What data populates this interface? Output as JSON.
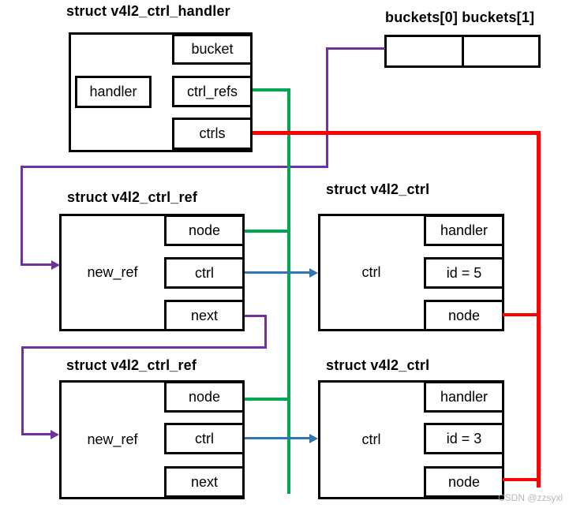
{
  "colors": {
    "purple": "#7030A0",
    "green": "#00A651",
    "red": "#FF0000",
    "blue": "#2E75B6",
    "black": "#000000"
  },
  "handler_struct": {
    "title": "struct v4l2_ctrl_handler",
    "handler_label": "handler",
    "bucket_label": "bucket",
    "ctrl_refs_label": "ctrl_refs",
    "ctrls_label": "ctrls"
  },
  "buckets_array": {
    "title": "buckets[0] buckets[1]"
  },
  "ref_structs": [
    {
      "title": "struct v4l2_ctrl_ref",
      "name": "new_ref",
      "node_label": "node",
      "ctrl_label": "ctrl",
      "next_label": "next"
    },
    {
      "title": "struct v4l2_ctrl_ref",
      "name": "new_ref",
      "node_label": "node",
      "ctrl_label": "ctrl",
      "next_label": "next"
    }
  ],
  "ctrl_structs": [
    {
      "title": "struct v4l2_ctrl",
      "name": "ctrl",
      "handler_label": "handler",
      "id_label": "id = 5",
      "node_label": "node"
    },
    {
      "title": "struct v4l2_ctrl",
      "name": "ctrl",
      "handler_label": "handler",
      "id_label": "id = 3",
      "node_label": "node"
    }
  ],
  "watermark": "CSDN @zzsyxl"
}
